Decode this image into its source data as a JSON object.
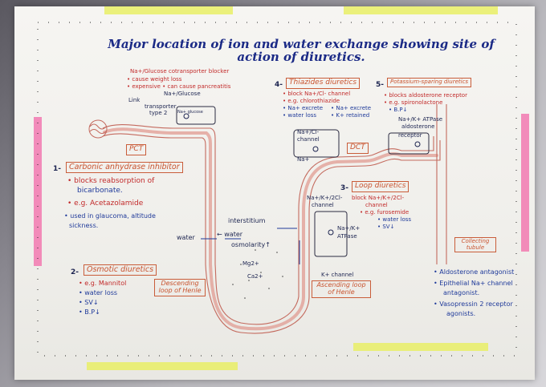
{
  "title": {
    "line1": "Major location of ion and water exchange showing site of",
    "line2": "action of diuretics."
  },
  "colors": {
    "ink_blue": "#1f3a9a",
    "ink_red": "#c22a2a",
    "box_orange": "#c95d3a",
    "tape_yellow": "#e9ee66",
    "tape_pink": "#f27fb4",
    "tubule_pink": "#e9a9a2"
  },
  "sglt2": {
    "heading": "Na+/Glucose cotransporter blocker",
    "line1": "• cause weight loss",
    "line2": "• expensive • can cause pancreatitis",
    "na_glucose": "Na+/Glucose",
    "link": "Link",
    "transporter": "transporter",
    "type2": "type 2",
    "pump": "Na+ glucose"
  },
  "pct": {
    "label": "PCT"
  },
  "carbonic": {
    "number": "1-",
    "heading": "Carbonic anhydrase inhibitor",
    "line1": "• blocks reabsorption of",
    "line2": "bicarbonate.",
    "line3": "• e.g. Acetazolamide",
    "line4": "• used in glaucoma, altitude",
    "line5": "sickness."
  },
  "osmotic": {
    "number": "2-",
    "heading": "Osmotic diuretics",
    "line1": "• e.g. Mannitol",
    "line2": "• water loss",
    "line3": "• SV↓",
    "line4": "• B.P↓"
  },
  "descending": {
    "label": "Descending loop of Henle"
  },
  "ascending": {
    "label": "Ascending loop of Henle"
  },
  "interstitium": {
    "label": "interstitium",
    "water_left": "water",
    "water_right": "← water",
    "osmolarity": "osmolarity↑",
    "mg": "Mg2+",
    "ca": "Ca2+"
  },
  "thiazides": {
    "number": "4-",
    "heading": "Thiazides diuretics",
    "line1": "• block Na+/Cl- channel",
    "line2": "• e.g. chlorothiazide",
    "line3": "• Na+ excrete",
    "line4": "• water loss",
    "line5": "• Na+ excrete",
    "line6": "• K+ retained",
    "channel": "Na+/Cl-",
    "channel2": "channel",
    "na": "Na+"
  },
  "dct": {
    "label": "DCT"
  },
  "loop": {
    "number": "3-",
    "heading": "Loop diuretics",
    "line1": "block Na+/K+/2Cl-",
    "line2": "channel",
    "line3": "• e.g. furosemide",
    "line4": "• water loss",
    "line5": "• SV↓",
    "nkcc": "Na+/K+/2Cl-",
    "nkcc2": "channel",
    "atpase": "Na+/K+",
    "atpase2": "ATPase",
    "kchannel": "K+ channel"
  },
  "ksparing": {
    "number": "5-",
    "heading": "Potassium-sparing diuretics",
    "line1": "• blocks aldosterone receptor",
    "line2": "• e.g. spironolactone",
    "line3": "• B.P↓",
    "atpase": "Na+/K+ ATPase",
    "aldosterone": "aldosterone",
    "receptor": "receptor"
  },
  "collecting": {
    "label": "Collecting tubule",
    "line1": "• Aldosterone antagonist",
    "line2": "• Epithelial Na+ channel",
    "line3": "antagonist.",
    "line4": "• Vasopressin 2 receptor",
    "line5": "agonists."
  }
}
